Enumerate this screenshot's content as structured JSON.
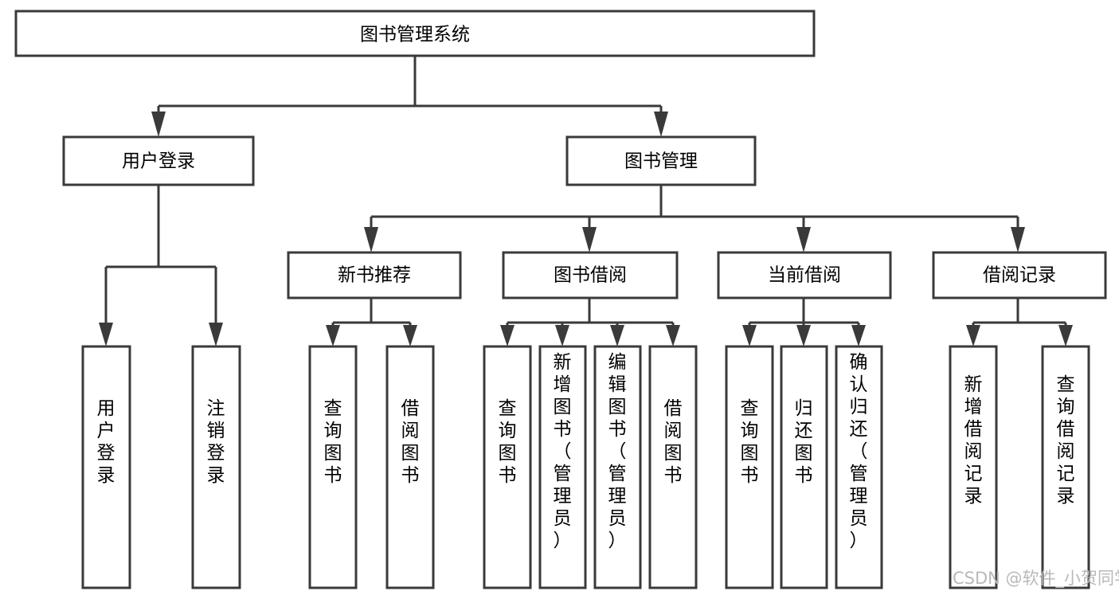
{
  "diagram": {
    "type": "tree-hierarchy",
    "orientation": "top-down",
    "theme": {
      "background": "#ffffff",
      "box_fill": "#ffffff",
      "box_stroke": "#3a3a3a",
      "connector_stroke": "#3a3a3a",
      "text_color": "#000000",
      "watermark_color": "#b9b9b9"
    },
    "root": {
      "id": "root",
      "label": "图书管理系统"
    },
    "level2": [
      {
        "id": "user-login",
        "label": "用户登录"
      },
      {
        "id": "book-management",
        "label": "图书管理"
      }
    ],
    "level3": [
      {
        "id": "new-book-recommend",
        "label": "新书推荐",
        "parent": "book-management"
      },
      {
        "id": "book-borrow",
        "label": "图书借阅",
        "parent": "book-management"
      },
      {
        "id": "current-borrow",
        "label": "当前借阅",
        "parent": "book-management"
      },
      {
        "id": "borrow-record",
        "label": "借阅记录",
        "parent": "book-management"
      }
    ],
    "leaves": {
      "user-login": [
        {
          "id": "leaf-user-login",
          "label": "用户登录"
        },
        {
          "id": "leaf-logout-login",
          "label": "注销登录"
        }
      ],
      "new-book-recommend": [
        {
          "id": "leaf-query-book-1",
          "label": "查询图书"
        },
        {
          "id": "leaf-borrow-book-1",
          "label": "借阅图书"
        }
      ],
      "book-borrow": [
        {
          "id": "leaf-query-book-2",
          "label": "查询图书"
        },
        {
          "id": "leaf-add-book",
          "label": "新增图书（管理员）"
        },
        {
          "id": "leaf-edit-book",
          "label": "编辑图书（管理员）"
        },
        {
          "id": "leaf-borrow-book-2",
          "label": "借阅图书"
        }
      ],
      "current-borrow": [
        {
          "id": "leaf-query-book-3",
          "label": "查询图书"
        },
        {
          "id": "leaf-return-book",
          "label": "归还图书"
        },
        {
          "id": "leaf-confirm-return",
          "label": "确认归还（管理员）"
        }
      ],
      "borrow-record": [
        {
          "id": "leaf-add-borrow-record",
          "label": "新增借阅记录"
        },
        {
          "id": "leaf-query-borrow-record",
          "label": "查询借阅记录"
        }
      ]
    }
  },
  "watermark": {
    "label": "CSDN @软件_小贺同学"
  }
}
